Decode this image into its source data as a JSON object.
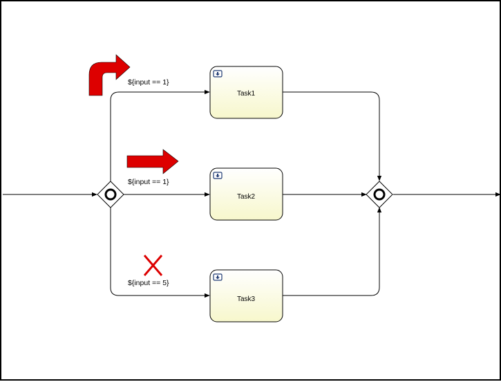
{
  "diagram": {
    "tasks": [
      {
        "id": "task1",
        "label": "Task1"
      },
      {
        "id": "task2",
        "label": "Task2"
      },
      {
        "id": "task3",
        "label": "Task3"
      }
    ],
    "conditions": [
      {
        "id": "cond1",
        "label": "${input == 1}"
      },
      {
        "id": "cond2",
        "label": "${input == 1}"
      },
      {
        "id": "cond3",
        "label": "${input == 5}"
      }
    ],
    "gateways": [
      {
        "id": "split",
        "type": "inclusive"
      },
      {
        "id": "join",
        "type": "inclusive"
      }
    ],
    "path_markers": [
      {
        "path": "cond1",
        "status": "taken",
        "icon": "curved-arrow-icon"
      },
      {
        "path": "cond2",
        "status": "taken",
        "icon": "straight-arrow-icon"
      },
      {
        "path": "cond3",
        "status": "not-taken",
        "icon": "cross-icon"
      }
    ]
  },
  "colors": {
    "task_fill_top": "#ffffff",
    "task_fill_bottom": "#f7f7cc",
    "marker_red": "#dd0000",
    "outline": "#000000"
  }
}
